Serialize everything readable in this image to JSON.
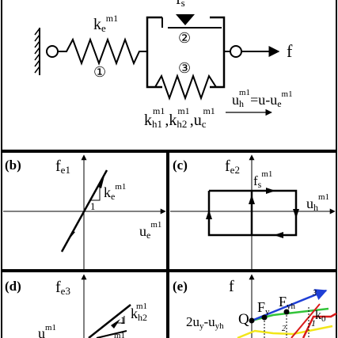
{
  "panel_a": {
    "spring_label": "k",
    "spring_label_sub": "e",
    "spring_label_sup": "m1",
    "spring_number": "①",
    "slider_label": "f",
    "slider_label_sub": "s",
    "slider_number": "②",
    "hysteretic_number": "③",
    "force_label": "f",
    "disp_eq_lhs": "u",
    "disp_eq_lhs_sub": "h",
    "disp_eq_lhs_sup": "m1",
    "disp_eq_rhs": "=u-u",
    "disp_eq_rhs_sub": "e",
    "disp_eq_rhs_sup": "m1",
    "params_1": "k",
    "params_1_sub": "h1",
    "params_1_sup": "m1",
    "params_2": ",k",
    "params_2_sub": "h2",
    "params_2_sup": "m1",
    "params_3": ",u",
    "params_3_sub": "c",
    "params_3_sup": "m1"
  },
  "panel_b": {
    "tag": "(b)",
    "y_axis": "f",
    "y_axis_sub": "e1",
    "slope_num": "1",
    "slope_label": "k",
    "slope_label_sub": "e",
    "slope_label_sup": "m1",
    "x_axis": "u",
    "x_axis_sub": "e",
    "x_axis_sup": "m1"
  },
  "panel_c": {
    "tag": "(c)",
    "y_axis": "f",
    "y_axis_sub": "e2",
    "level_label": "f",
    "level_label_sub": "s",
    "level_label_sup": "m1",
    "x_axis": "u",
    "x_axis_sub": "h",
    "x_axis_sup": "m1"
  },
  "panel_d": {
    "tag": "(d)",
    "y_axis": "f",
    "y_axis_sub": "e3",
    "slope_num": "1",
    "slope_label": "k",
    "slope_label_sub": "h2",
    "slope_label_sup": "m1",
    "partial_left": "u",
    "partial_left_sup": "m1",
    "partial_mid_sup": "m1"
  },
  "panel_e": {
    "tag": "(e)",
    "y_axis": "f",
    "point_label": "Q",
    "left_label": "2u",
    "left_label_sub": "y",
    "left_label_mid": "-u",
    "left_label_sub2": "yh",
    "fy_label": "F",
    "fy_label_sub": "y",
    "fyh_label": "F",
    "fyh_label_sub": "yh",
    "k0_label": "k",
    "k0_label_sub": "0",
    "num_1": "1",
    "num_2": "2",
    "num_3": "3",
    "colors": {
      "blue": "#1f3fd6",
      "red": "#d81b1b",
      "green": "#33c43a",
      "yellow": "#f2e619"
    }
  }
}
